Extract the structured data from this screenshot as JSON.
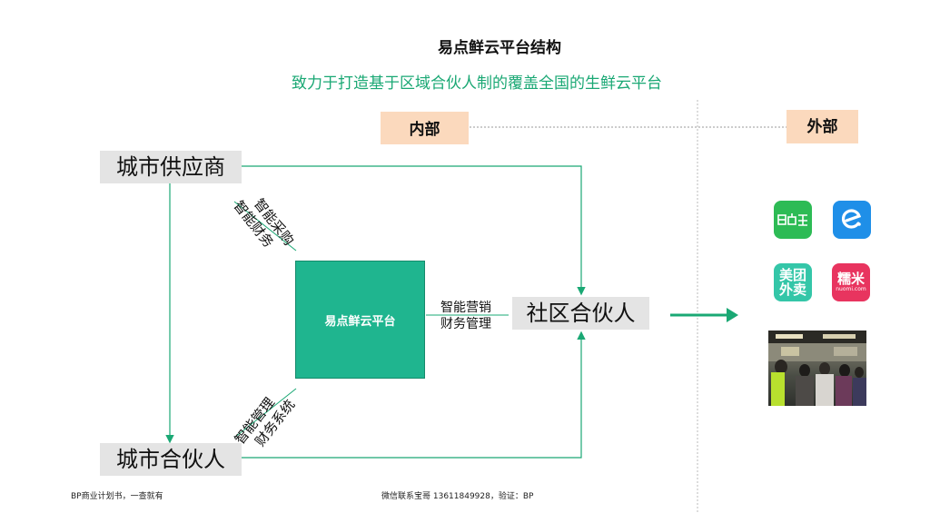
{
  "header": {
    "title": "易点鲜云平台结构",
    "subtitle": "致力于打造基于区域合伙人制的覆盖全国的生鲜云平台"
  },
  "tags": {
    "internal": "内部",
    "external": "外部"
  },
  "nodes": {
    "city_supplier": "城市供应商",
    "center_platform": "易点鲜云平台",
    "community_partner": "社区合伙人",
    "city_partner": "城市合伙人"
  },
  "edge_labels": {
    "supplier_line1": "智能采购",
    "supplier_line2": "智能财务",
    "community_line1": "智能营销",
    "community_line2": "财务管理",
    "partner_line1": "智能管理",
    "partner_line2": "财务系统"
  },
  "apps": [
    {
      "name": "yidianxian-app-icon",
      "color": "#2dbb55"
    },
    {
      "name": "eleme-app-icon",
      "color": "#1f8fe8"
    },
    {
      "name": "meituan-waimai-app-icon",
      "color": "#34c6a8",
      "text": "美团外卖"
    },
    {
      "name": "nuomi-app-icon",
      "color": "#e8345f",
      "text": "糯米",
      "subtext": "nuomi.com"
    }
  ],
  "footer": {
    "left": "BP商业计划书，一查就有",
    "center": "微信联系宝哥 13611849928，验证：BP"
  },
  "colors": {
    "accent": "#1aa874",
    "center_box": "#1fb58f",
    "tag_bg": "#fbd9bd",
    "node_bg": "#e4e4e4"
  }
}
